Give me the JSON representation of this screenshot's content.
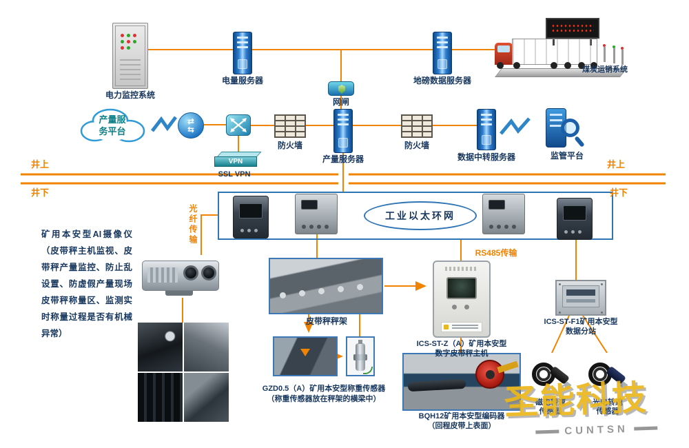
{
  "colors": {
    "connector": "#F08300",
    "label": "#17365D",
    "box_border": "#2E75B6",
    "watermark_yellow": "#ECB71C"
  },
  "top": {
    "power_monitor": "电力监控系统",
    "power_server": "电量服务器",
    "gateway": "网闸",
    "weighbridge_server": "地磅数据服务器",
    "coal_sales": "煤炭运销系统"
  },
  "platform": {
    "cloud_line1": "产量服",
    "cloud_line2": "务平台",
    "firewall": "防火墙",
    "production_server": "产量服务器",
    "relay_server": "数据中转服务器",
    "supervision": "监管平台",
    "vpn": "VPN",
    "ssl_vpn": "SSL VPN"
  },
  "divider": {
    "above": "井上",
    "below": "井下"
  },
  "underground": {
    "ring_name": "工业以太环网",
    "fiber_label": "光纤传输",
    "rs485_label": "RS485传输",
    "camera_desc": "矿用本安型AI摄像仪（皮带秤主机监视、皮带秤产量监控、防止乱设置、防虚假产量现场皮带秤称量区、监测实时称量过程是否有机械异常）",
    "belt_frame": "皮带秤秤架",
    "load_cell_line1": "GZD0.5（A）矿用本安型称重传感器",
    "load_cell_line2": "（称重传感器放在秤架的横梁中）",
    "host_line1": "ICS-ST-Z（A）矿用本安型",
    "host_line2": "数字皮带秤主机",
    "substation_line1": "ICS-ST-F1矿用本安型",
    "substation_line2": "数据分站",
    "encoder_line1": "BQH12矿用本安型编码器",
    "encoder_line2": "（回程皮带上表面）",
    "magnetic_sensor_line1": "磁电转速",
    "magnetic_sensor_line2": "传感器",
    "optical_sensor_line1": "光电转速",
    "optical_sensor_line2": "传感器"
  },
  "watermark": {
    "brand": "圣能科技",
    "caption": "CUNTSN"
  }
}
